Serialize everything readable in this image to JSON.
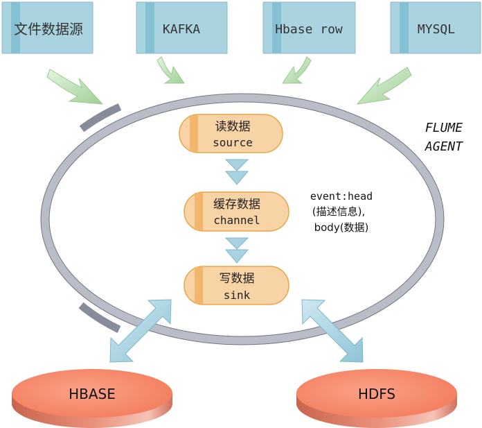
{
  "sources": [
    {
      "label": "文件数据源"
    },
    {
      "label": "KAFKA"
    },
    {
      "label": "Hbase row"
    },
    {
      "label": "MYSQL"
    }
  ],
  "agent": {
    "line1": "FLUME",
    "line2": "AGENT"
  },
  "pipeline": [
    {
      "name": "读数据",
      "sub": "source"
    },
    {
      "name": "缓存数据",
      "sub": "channel"
    },
    {
      "name": "写数据",
      "sub": "sink"
    }
  ],
  "event_note": {
    "line1": "event:head",
    "line2": "(描述信息),",
    "line3": "body(数据)"
  },
  "sinks": [
    {
      "label": "HBASE"
    },
    {
      "label": "HDFS"
    }
  ],
  "colors": {
    "source_box": "#a9d3df",
    "source_stripe": "#8cc2d3",
    "ring": "#b6bac4",
    "ring_dark": "#7f8593",
    "pill_fill": "#f7d3a6",
    "pill_border": "#e8a64a",
    "sink_top": "#f68e6e",
    "sink_side": "#d9735a",
    "green_arrow": "#b6dcab",
    "blue_arrow": "#a8d2e0"
  }
}
